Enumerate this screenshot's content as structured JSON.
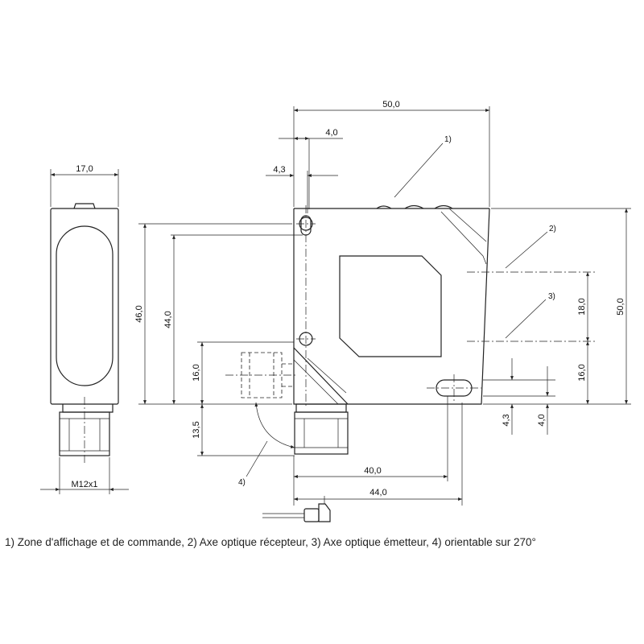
{
  "dimensions": {
    "width_total": "50,0",
    "slot_offset": "4,0",
    "hole_offset": "4,3",
    "side_width": "17,0",
    "height_outer": "46,0",
    "height_inner": "44,0",
    "connector_height": "16,0",
    "connector_drop": "13,5",
    "height_right": "50,0",
    "axis_spacing": "18,0",
    "axis_base": "16,0",
    "slot_bottom_offset": "4,3",
    "slot_bottom_offset_b": "4,0",
    "bottom_40": "40,0",
    "bottom_44": "44,0",
    "thread": "M12x1"
  },
  "callouts": {
    "c1": "1)",
    "c2": "2)",
    "c3": "3)",
    "c4": "4)"
  },
  "caption": "1) Zone d'affichage et de commande, 2) Axe optique récepteur, 3) Axe optique émetteur, 4) orientable sur 270°"
}
